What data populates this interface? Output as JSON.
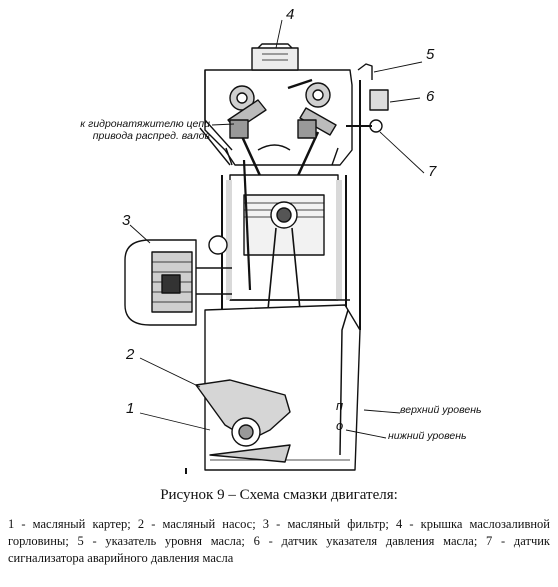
{
  "callouts": {
    "c1": "1",
    "c2": "2",
    "c3": "3",
    "c4": "4",
    "c5": "5",
    "c6": "6",
    "c7": "7"
  },
  "annotations": {
    "tensioner_line1": "к гидронатяжителю цепи",
    "tensioner_line2": "привода распред. валов",
    "upper_level": "верхний уровень",
    "lower_level": "нижний уровень",
    "mark_p": "п",
    "mark_o": "о"
  },
  "caption": "Рисунок 9 – Схема смазки двигателя:",
  "legend": "1 - масляный картер; 2 - масляный насос; 3 - масляный фильтр; 4 - крышка маслозаливной горловины; 5 - указатель уровня масла; 6 - датчик указателя давления масла; 7 - датчик сигнализатора аварийного давления масла"
}
